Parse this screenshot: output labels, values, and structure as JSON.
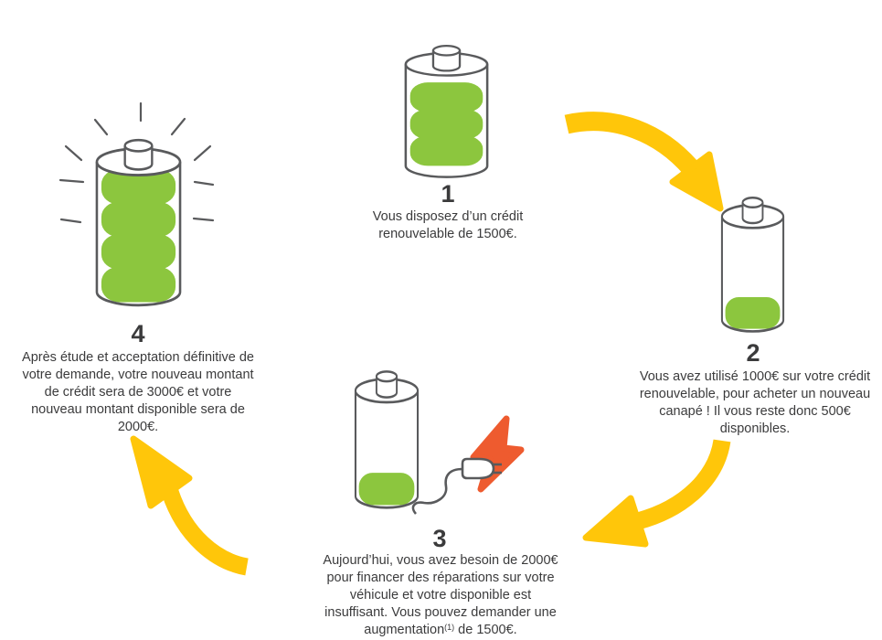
{
  "colors": {
    "battery_fill_green": "#8CC63E",
    "arrow_yellow": "#FFC60A",
    "bolt_orange": "#EE5B2F",
    "outline_gray": "#595A5C",
    "text_dark": "#3B3B3C"
  },
  "steps": [
    {
      "number": "1",
      "battery_fill_segments": 3,
      "lines": [
        "Vous disposez d’un crédit",
        "renouvelable de 1500€."
      ]
    },
    {
      "number": "2",
      "battery_fill_segments": 1,
      "lines": [
        "Vous avez utilisé 1000€  sur votre crédit",
        "renouvelable, pour acheter un nouveau",
        "canapé ! Il vous reste donc 500€",
        "disponibles."
      ]
    },
    {
      "number": "3",
      "battery_fill_segments": 1,
      "lines": [
        "Aujourd’hui, vous avez besoin de 2000€",
        "pour financer des réparations sur votre",
        "véhicule et votre disponible est",
        "insuffisant. Vous pouvez demander une"
      ],
      "last_line": {
        "before": "augmentation",
        "sup": "(1)",
        "after": " de 1500€."
      }
    },
    {
      "number": "4",
      "battery_fill_segments": 4,
      "lines": [
        "Après étude et acceptation définitive de",
        "votre demande, votre nouveau montant",
        "de crédit sera de 3000€ et votre",
        "nouveau montant disponible sera de",
        "2000€."
      ]
    }
  ],
  "icons": {
    "battery": "battery-icon",
    "bolt": "lightning-bolt-icon",
    "plug": "plug-icon",
    "cord": "power-cord-icon",
    "rays": "sparkle-rays-icon",
    "arrow": "curved-arrow-icon"
  }
}
